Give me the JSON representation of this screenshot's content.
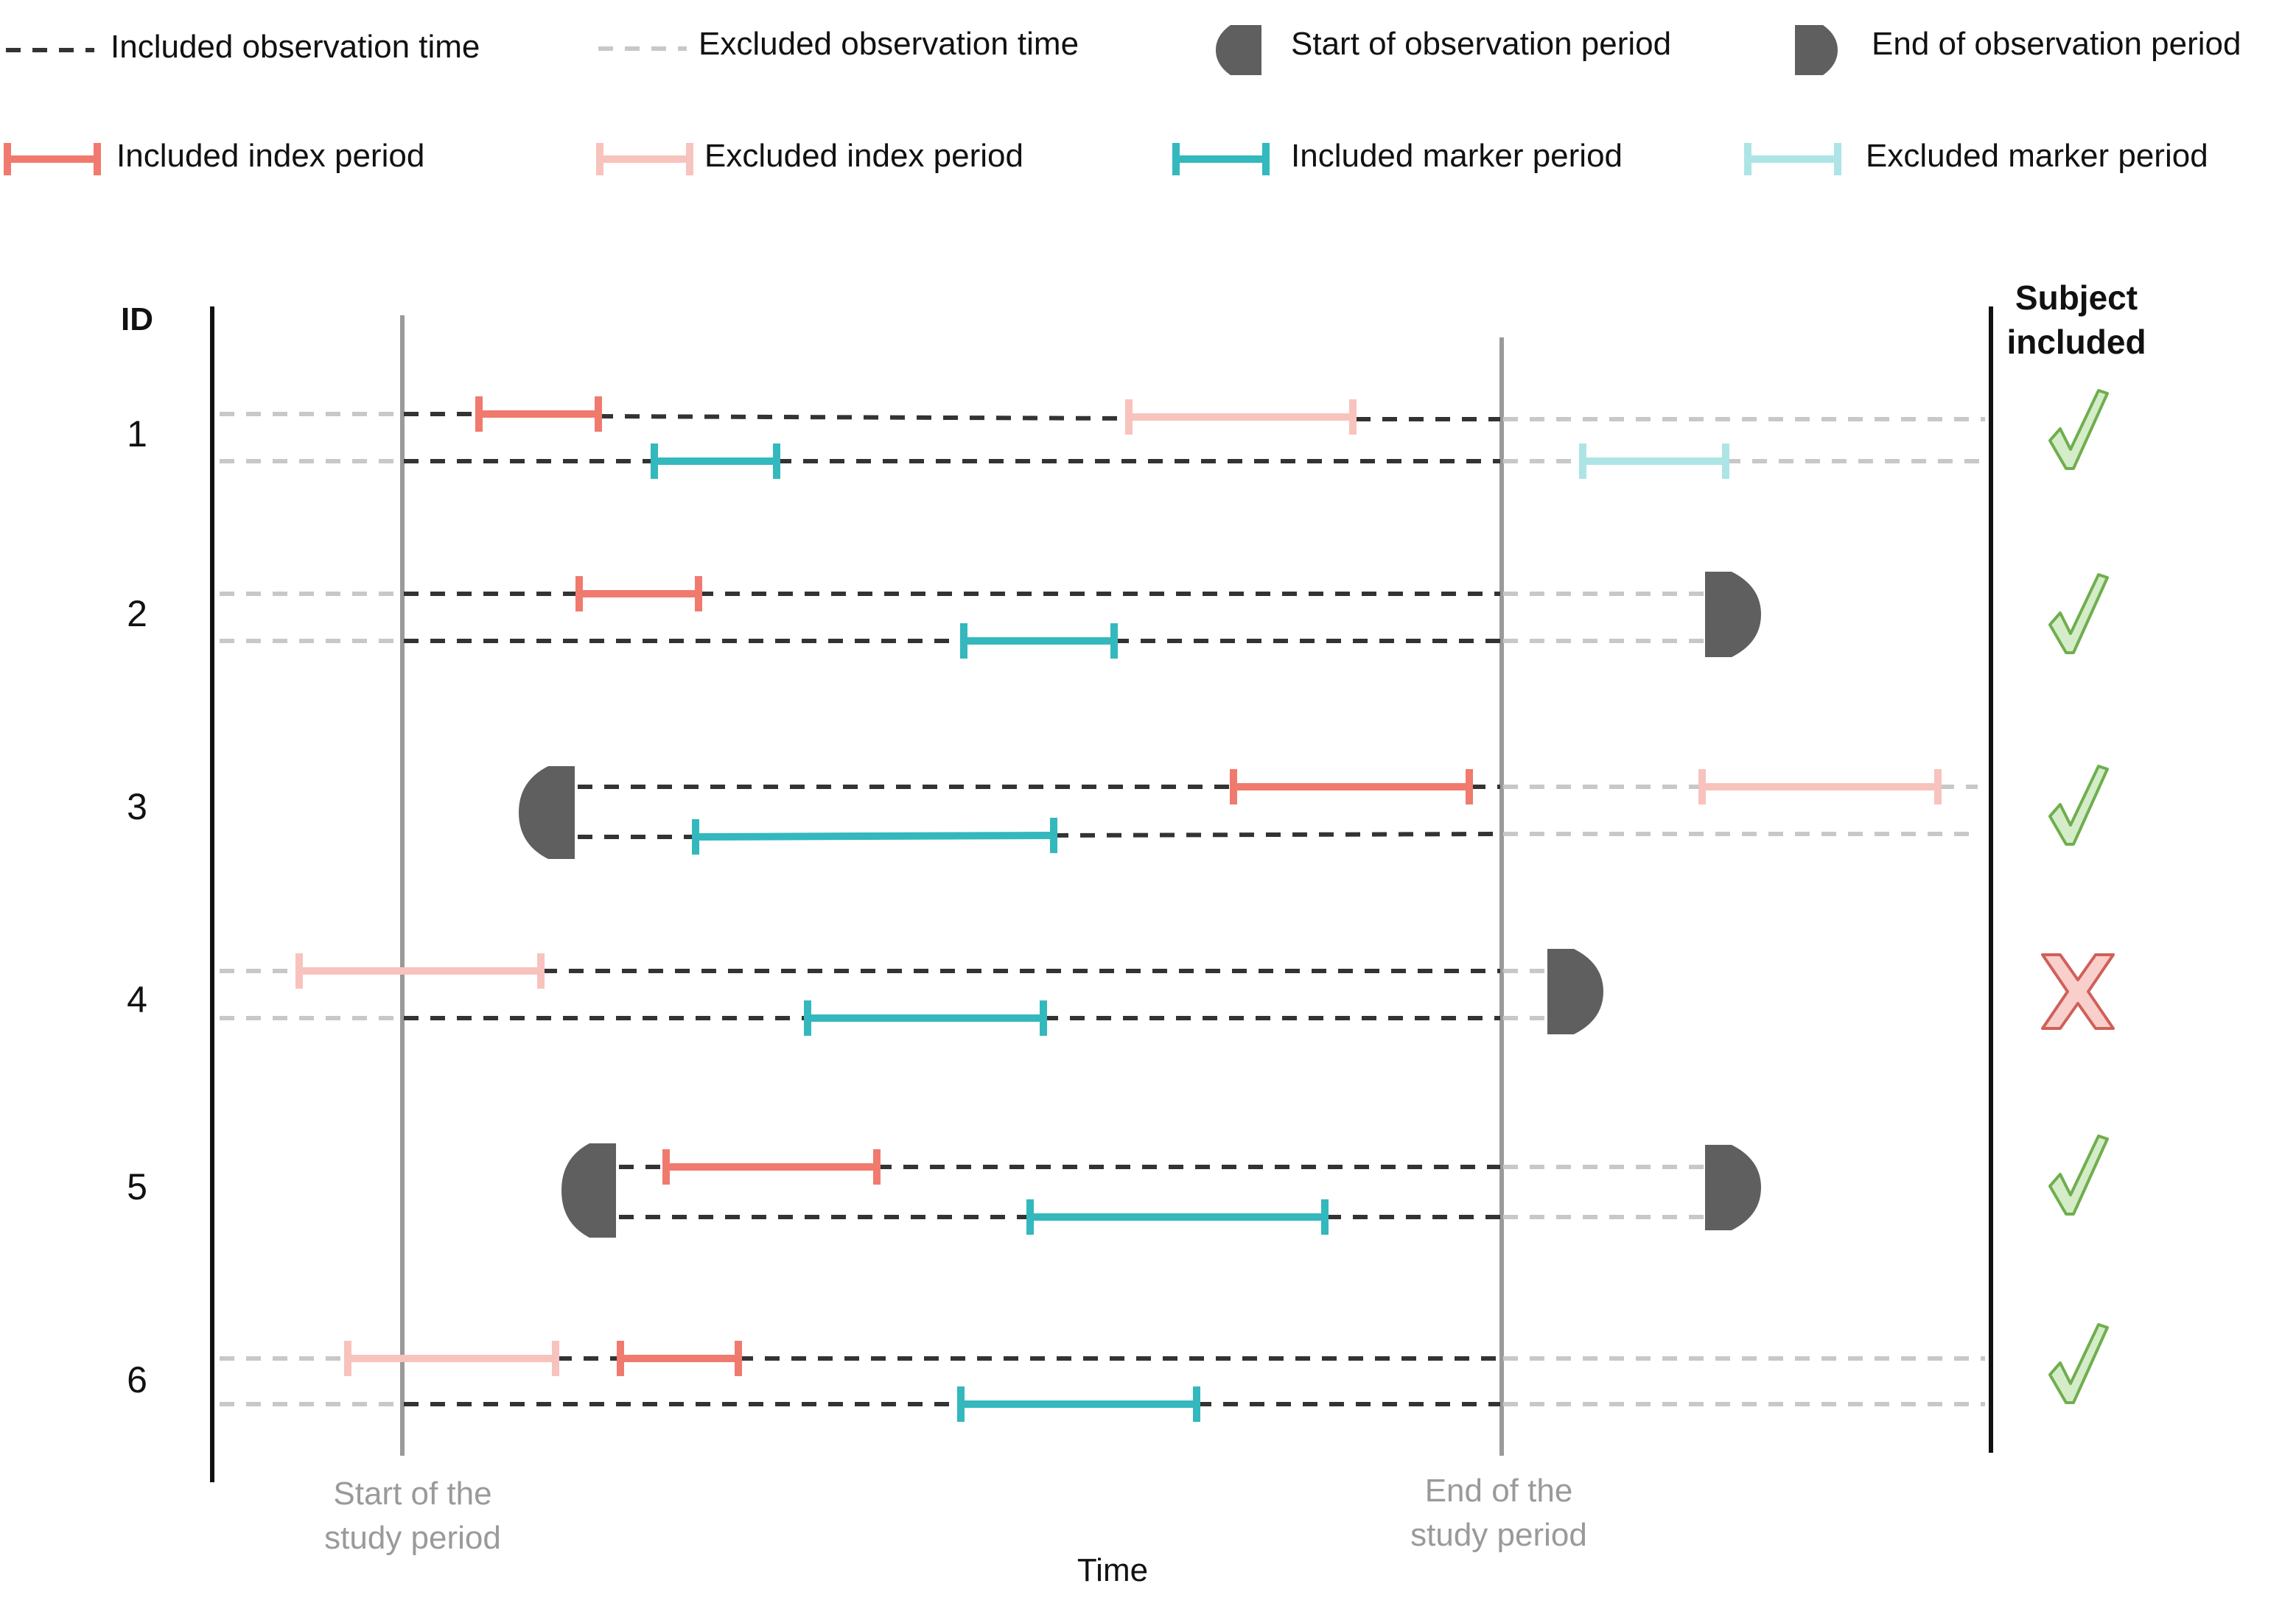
{
  "legend": [
    {
      "key": "included-observation",
      "label": "Included observation time",
      "symbol": "dash",
      "color": "#333333"
    },
    {
      "key": "excluded-observation",
      "label": "Excluded observation time",
      "symbol": "dash",
      "color": "#c8c8c8"
    },
    {
      "key": "start-observation",
      "label": "Start of observation period",
      "symbol": "start-cap",
      "color": "#5f5f5f"
    },
    {
      "key": "end-observation",
      "label": "End of observation period",
      "symbol": "end-cap",
      "color": "#5f5f5f"
    },
    {
      "key": "included-index",
      "label": "Included index period",
      "symbol": "bar",
      "color": "#f07a6e"
    },
    {
      "key": "excluded-index",
      "label": "Excluded index period",
      "symbol": "bar",
      "color": "#f8c3bd"
    },
    {
      "key": "included-marker",
      "label": "Included marker period",
      "symbol": "bar",
      "color": "#33b8bd"
    },
    {
      "key": "excluded-marker",
      "label": "Excluded marker period",
      "symbol": "bar",
      "color": "#ade4e6"
    }
  ],
  "axis": {
    "id_header": "ID",
    "included_header_line1": "Subject",
    "included_header_line2": "included",
    "study_start_line1": "Start of the",
    "study_start_line2": "study period",
    "study_end_line1": "End of the",
    "study_end_line2": "study period",
    "time_label": "Time"
  },
  "colors": {
    "included_obs": "#333333",
    "excluded_obs": "#c8c8c8",
    "cap": "#5f5f5f",
    "study_line": "#9a9a9a",
    "axis_line": "#111111",
    "included_index": "#f07a6e",
    "excluded_index": "#f8c3bd",
    "included_marker": "#33b8bd",
    "excluded_marker": "#ade4e6",
    "check_fill": "#d4ecc8",
    "check_stroke": "#6fae4e",
    "cross_fill": "#f8cfcb",
    "cross_stroke": "#d0605a"
  },
  "subjects": [
    {
      "id": "1",
      "included": true
    },
    {
      "id": "2",
      "included": true
    },
    {
      "id": "3",
      "included": true
    },
    {
      "id": "4",
      "included": false
    },
    {
      "id": "5",
      "included": true
    },
    {
      "id": "6",
      "included": true
    }
  ]
}
